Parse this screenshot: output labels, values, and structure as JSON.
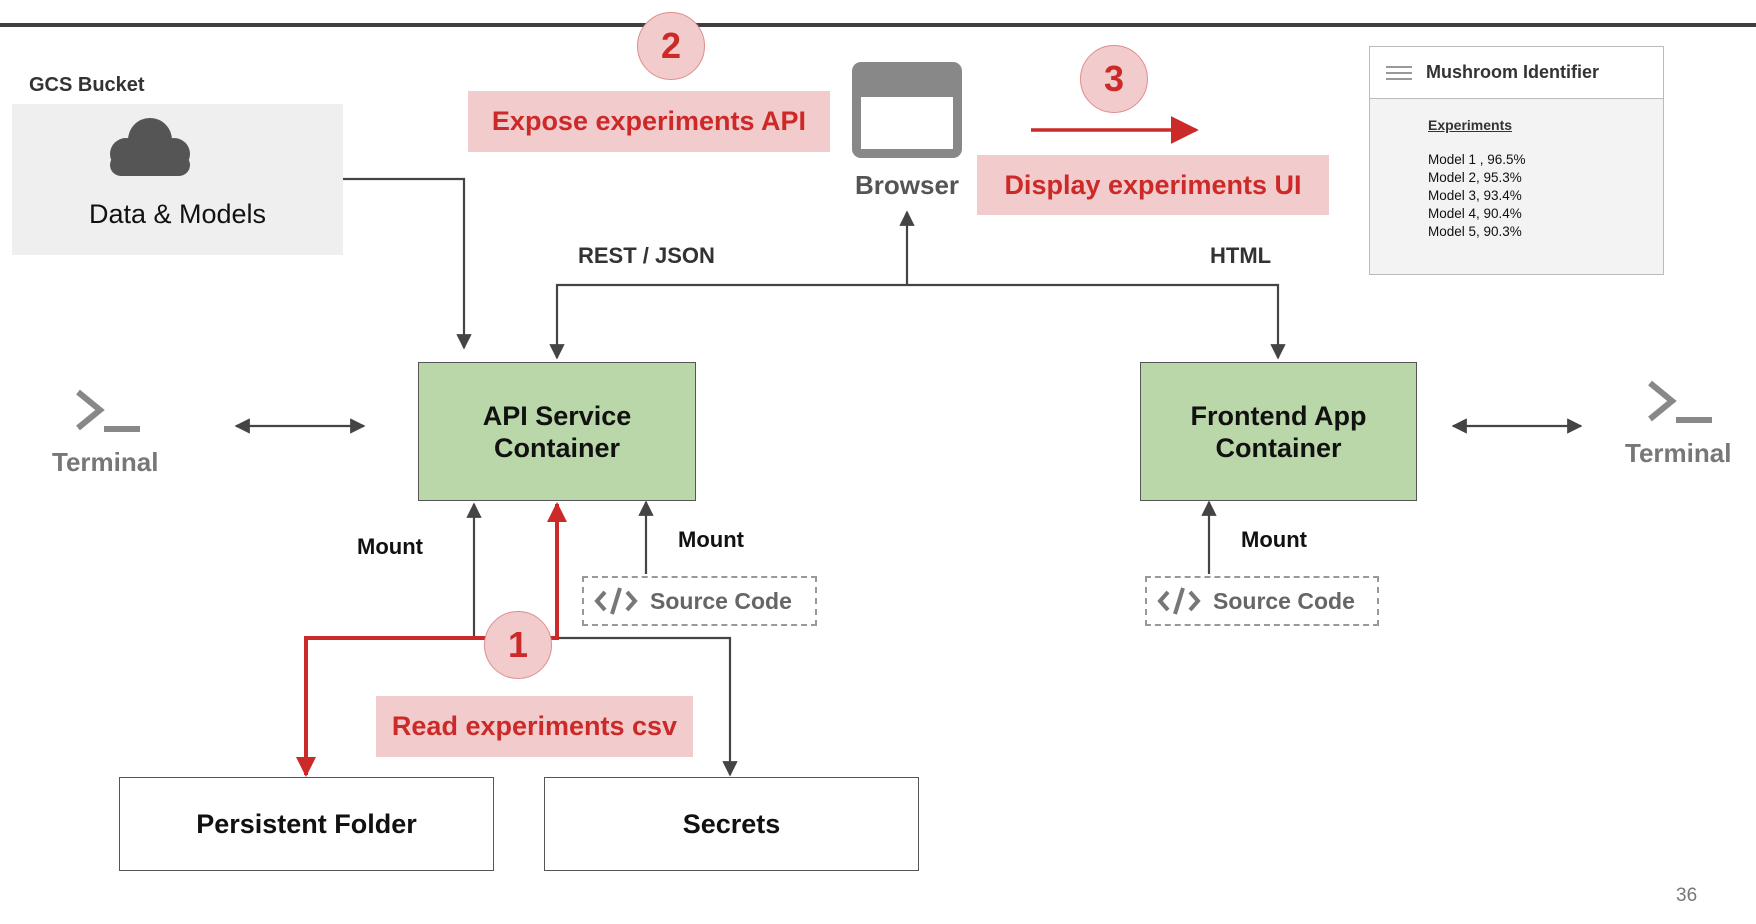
{
  "gcs": {
    "label": "GCS Bucket",
    "text": "Data & Models",
    "icon": "cloud-icon"
  },
  "steps": [
    {
      "number": "1",
      "label": "Read experiments csv"
    },
    {
      "number": "2",
      "label": "Expose experiments API"
    },
    {
      "number": "3",
      "label": "Display experiments UI"
    }
  ],
  "browser": {
    "label": "Browser",
    "icon": "browser-window-icon"
  },
  "connections": {
    "rest": "REST / JSON",
    "html": "HTML"
  },
  "api_container": {
    "line1": "API Service",
    "line2": "Container"
  },
  "frontend_container": {
    "line1": "Frontend App",
    "line2": "Container"
  },
  "terminals": {
    "left": "Terminal",
    "right": "Terminal",
    "icon": "terminal-icon"
  },
  "mounts": {
    "api_left": "Mount",
    "api_right": "Mount",
    "frontend": "Mount"
  },
  "source_code": {
    "api": "Source Code",
    "frontend": "Source Code",
    "icon": "code-icon"
  },
  "storage": {
    "persistent": "Persistent Folder",
    "secrets": "Secrets"
  },
  "app_mockup": {
    "title": "Mushroom Identifier",
    "section": "Experiments",
    "rows": [
      "Model 1 , 96.5%",
      "Model 2, 95.3%",
      "Model 3, 93.4%",
      "Model 4, 90.4%",
      "Model 5, 90.3%"
    ]
  },
  "page_number": "36",
  "colors": {
    "accent_red": "#cc2929",
    "label_pink": "#f2cccc",
    "container_green": "#b9d7a8",
    "gcs_grey": "#efefef"
  }
}
